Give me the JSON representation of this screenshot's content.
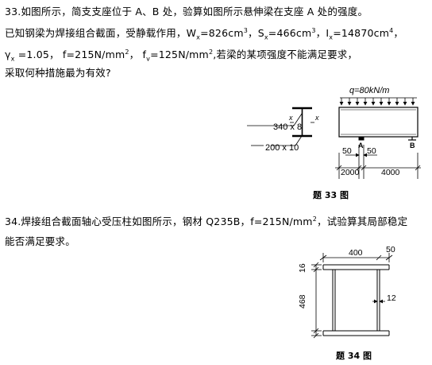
{
  "q33": {
    "line1": "33.如图所示，简支支座位于 A、B 处，验算如图所示悬伸梁在支座 A 处的强度。",
    "line2_pre": "已知钢梁为焊接组合截面，受静载作用，W",
    "wx_sub": "x",
    "wx_val": "=826cm",
    "wx_exp": "3",
    "sx_pre": "，S",
    "sx_sub": "x",
    "sx_val": "=466cm",
    "sx_exp": "3",
    "ix_pre": "，I",
    "ix_sub": "x",
    "ix_val": "=14870cm",
    "ix_exp": "4",
    "line2_end": "，",
    "gamma": "γ",
    "gamma_sub": "x",
    "line3_mid": " =1.05， f=215N/mm",
    "f_exp": "2",
    "fv_pre": "， f",
    "fv_sub": "v",
    "fv_val": "=125N/mm",
    "fv_exp": "2",
    "line3_end": ",若梁的某项强度不能满足要求，",
    "line4": "采取何种措施最为有效?"
  },
  "fig33": {
    "load": "q=80kN/m",
    "flange": "340 x 8",
    "web": "200 x 10",
    "axis": "x",
    "supportA": "A",
    "supportB": "B",
    "dim_50": "50",
    "dim_2000": "2000",
    "dim_4000": "4000",
    "caption": "题 33 图"
  },
  "q34": {
    "line1": "34.焊接组合截面轴心受压柱如图所示，钢材 Q235B，f=215N/mm",
    "f_exp": "2",
    "line1_end": "，试验算其局部稳定",
    "line2": "能否满足要求。"
  },
  "fig34": {
    "width": "400",
    "overhang": "50",
    "flange_t": "16",
    "height": "468",
    "web_t": "12",
    "caption": "题 34 图"
  }
}
